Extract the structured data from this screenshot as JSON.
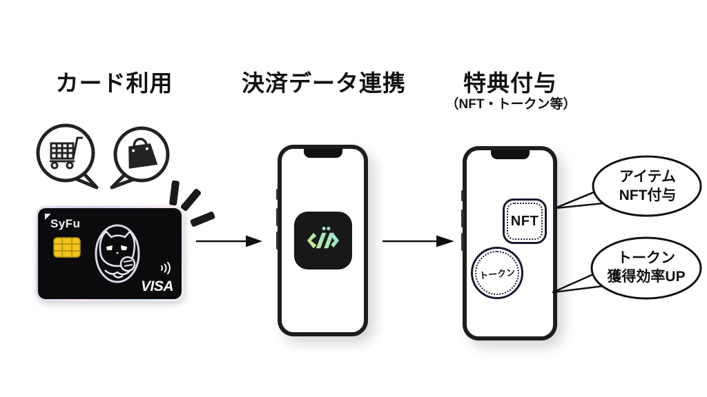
{
  "diagram": {
    "steps": [
      {
        "label": "カード利用"
      },
      {
        "label": "決済データ連携"
      },
      {
        "label": "特典付与",
        "sublabel": "（NFT・トークン等）"
      }
    ]
  },
  "card": {
    "brand": "SyFu",
    "network": "VISA"
  },
  "reward_phone": {
    "nft_label": "NFT",
    "token_label": "トークン"
  },
  "callouts": {
    "nft": {
      "line1": "アイテム",
      "line2": "NFT付与"
    },
    "token": {
      "line1": "トークン",
      "line2": "獲得効率UP"
    }
  },
  "icons": {
    "cart": "shopping-cart-icon",
    "bag": "shopping-bag-icon",
    "chip": "emv-chip-icon",
    "contactless": "contactless-wave-icon",
    "mascot": "cat-mascot-icon",
    "app_logo": "syfu-app-logo-icon",
    "spark": "tap-spark-icon",
    "arrow": "flow-arrow-icon"
  },
  "colors": {
    "background": "#ffffff",
    "text": "#111111",
    "card_black": "#0b0b0d",
    "chip_gold": "#f2c41d",
    "phone_frame": "#1d1d20",
    "badge_outline": "#181830",
    "logo_gradient": [
      "#efe96c",
      "#a9e8ac",
      "#8fdcf4"
    ]
  }
}
